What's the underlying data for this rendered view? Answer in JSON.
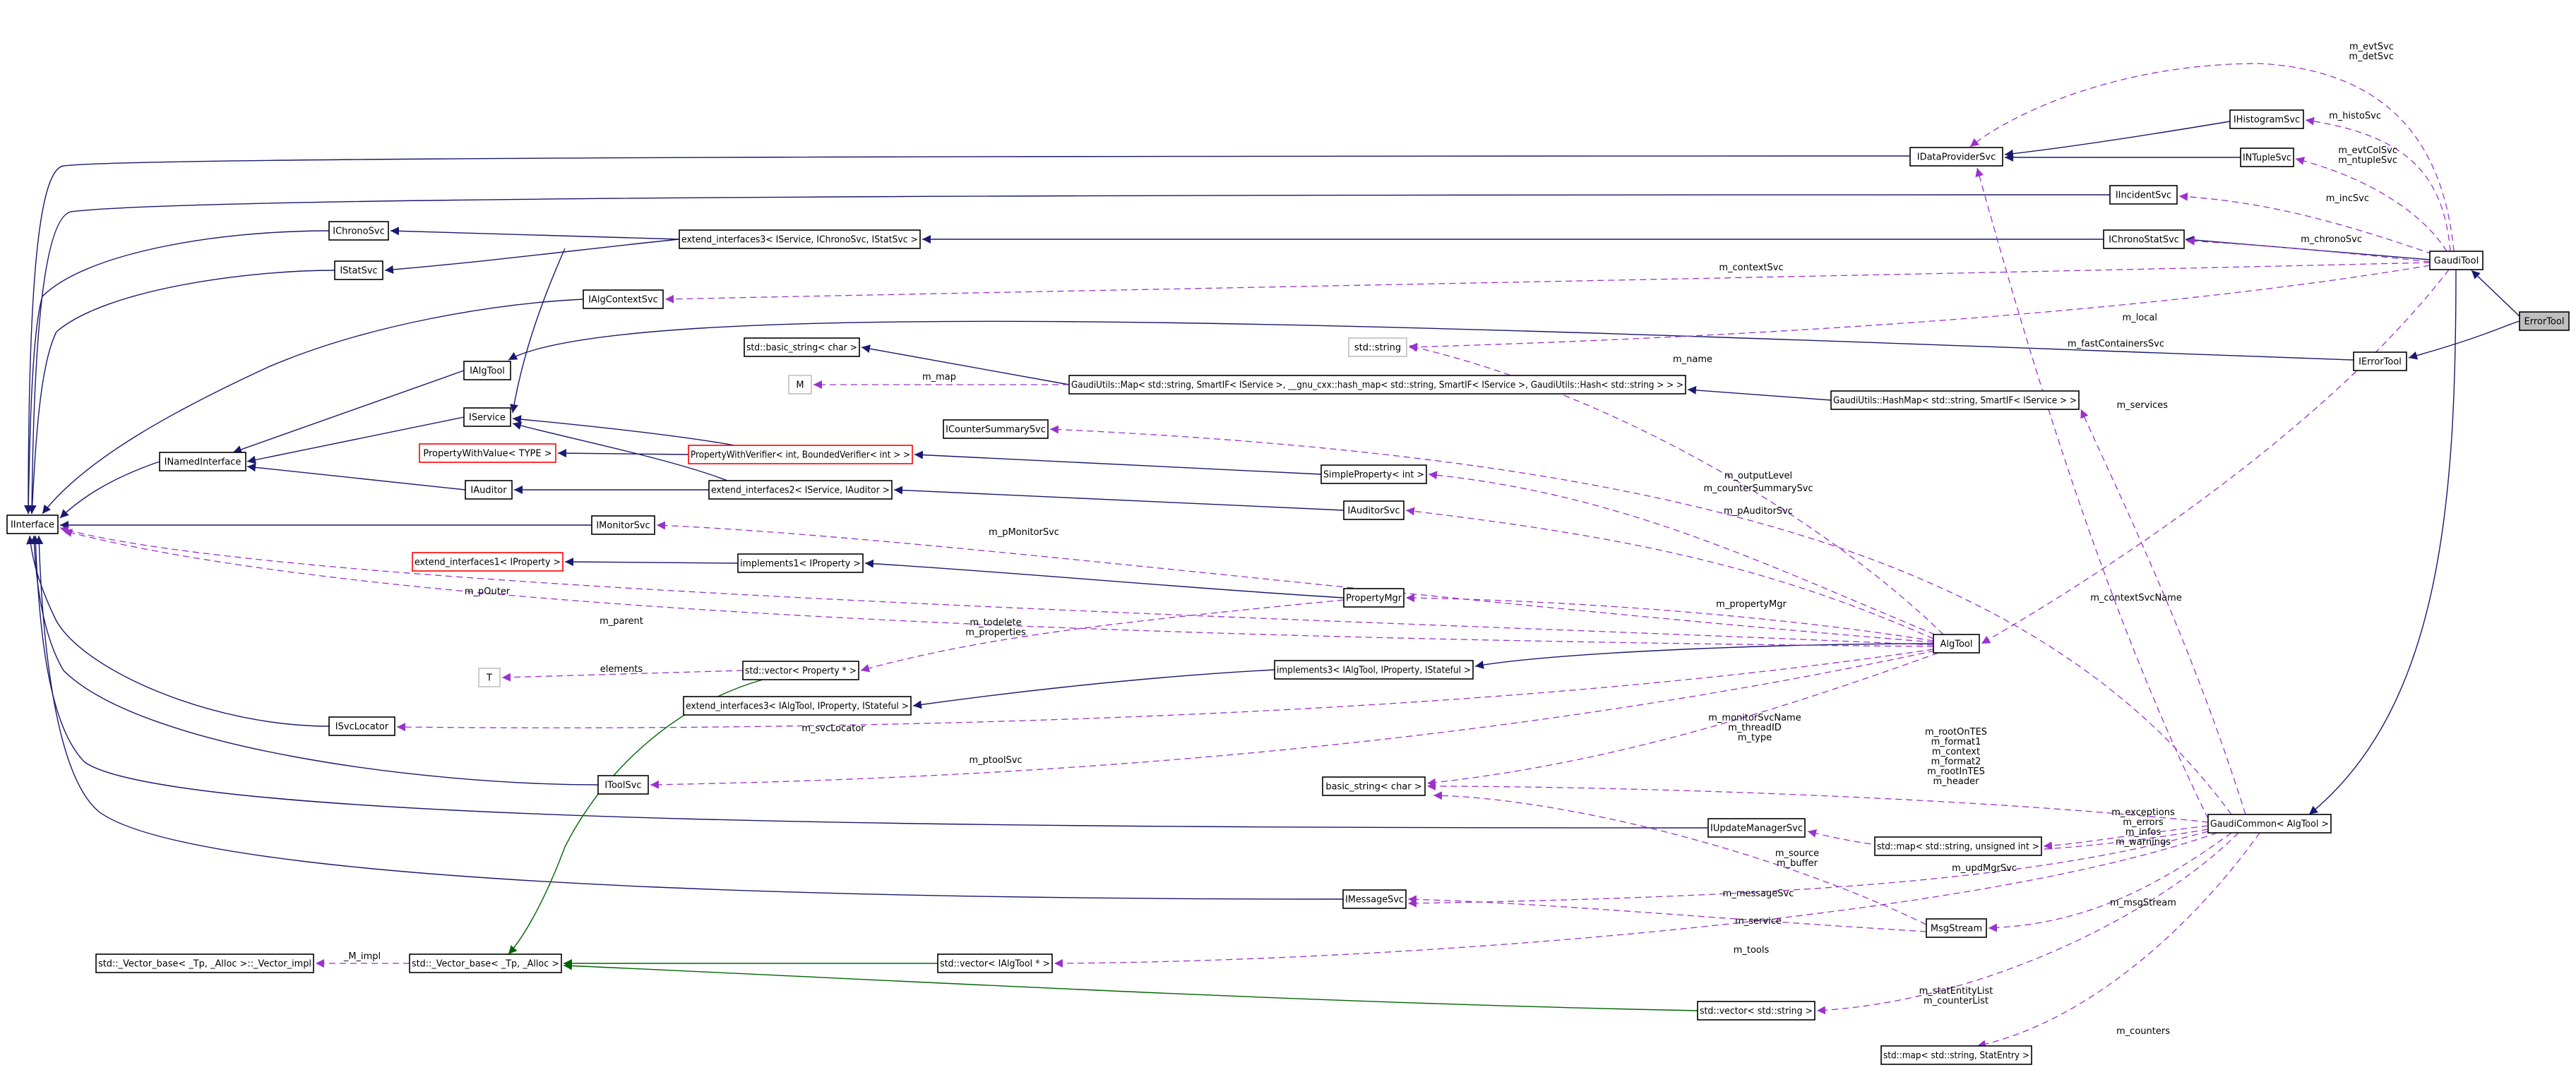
{
  "colors": {
    "inheritance_edge": "#191970",
    "template_edge": "#006400",
    "usage_edge": "#9a32cd",
    "node_border": "#000000",
    "template_node_border": "#bfbfbf",
    "undocumented_node_border": "#ff0000",
    "focus_node_fill": "#bfbfbf"
  },
  "nodes": {
    "ErrorTool": "ErrorTool",
    "IErrorTool": "IErrorTool",
    "GaudiTool": "GaudiTool",
    "IInterface": "IInterface",
    "INamedInterface": "INamedInterface",
    "IService": "IService",
    "IAlgTool": "IAlgTool",
    "IAuditor": "IAuditor",
    "IMonitorSvc": "IMonitorSvc",
    "IChronoSvc": "IChronoSvc",
    "IStatSvc": "IStatSvc",
    "IAlgContextSvc": "IAlgContextSvc",
    "ISvcLocator": "ISvcLocator",
    "IToolSvc": "IToolSvc",
    "IDataProviderSvc": "IDataProviderSvc",
    "IHistogramSvc": "IHistogramSvc",
    "INTupleSvc": "INTupleSvc",
    "IIncidentSvc": "IIncidentSvc",
    "IChronoStatSvc": "IChronoStatSvc",
    "extend_interfaces3_chrono": "extend_interfaces3< IService, IChronoSvc, IStatSvc >",
    "std_string": "std::string",
    "basic_string_char": "std::basic_string< char >",
    "M": "M",
    "GaudiUtils_Map": "GaudiUtils::Map< std::string, SmartIF< IService >, __gnu_cxx::hash_map< std::string, SmartIF< IService >, GaudiUtils::Hash< std::string > > >",
    "GaudiUtils_HashMap": "GaudiUtils::HashMap< std::string, SmartIF< IService > >",
    "ICounterSummarySvc": "ICounterSummarySvc",
    "PropertyWithValue": "PropertyWithValue< TYPE >",
    "PropertyWithVerifier": "PropertyWithVerifier< int, BoundedVerifier< int > >",
    "SimpleProperty_int": "SimpleProperty< int >",
    "extend_interfaces2": "extend_interfaces2< IService, IAuditor >",
    "IAuditorSvc": "IAuditorSvc",
    "extend_interfaces1": "extend_interfaces1< IProperty >",
    "implements1": "implements1< IProperty >",
    "PropertyMgr": "PropertyMgr",
    "T": "T",
    "vector_Property": "std::vector< Property * >",
    "implements3": "implements3< IAlgTool, IProperty, IStateful >",
    "extend_interfaces3_alg": "extend_interfaces3< IAlgTool, IProperty, IStateful >",
    "AlgTool": "AlgTool",
    "basic_string_char2": "basic_string< char >",
    "IUpdateManagerSvc": "IUpdateManagerSvc",
    "map_string_uint": "std::map< std::string, unsigned int >",
    "GaudiCommon": "GaudiCommon< AlgTool >",
    "IMessageSvc": "IMessageSvc",
    "MsgStream": "MsgStream",
    "Vector_impl": "std::_Vector_base< _Tp, _Alloc >::_Vector_impl",
    "Vector_base": "std::_Vector_base< _Tp, _Alloc >",
    "vector_IAlgTool": "std::vector< IAlgTool * >",
    "vector_string": "std::vector< std::string >",
    "map_StatEntry": "std::map< std::string, StatEntry >"
  },
  "edge_labels": {
    "m_evtSvc_detSvc": [
      "m_evtSvc",
      "m_detSvc"
    ],
    "m_histoSvc": [
      "m_histoSvc"
    ],
    "m_evtColSvc_ntupleSvc": [
      "m_evtColSvc",
      "m_ntupleSvc"
    ],
    "m_incSvc": [
      "m_incSvc"
    ],
    "m_chronoSvc": [
      "m_chronoSvc"
    ],
    "m_contextSvc": [
      "m_contextSvc"
    ],
    "m_local": [
      "m_local"
    ],
    "m_fastContainersSvc": [
      "m_fastContainersSvc"
    ],
    "m_name": [
      "m_name"
    ],
    "m_map": [
      "m_map"
    ],
    "m_services": [
      "m_services"
    ],
    "m_counterSummarySvc": [
      "m_counterSummarySvc"
    ],
    "m_outputLevel": [
      "m_outputLevel"
    ],
    "m_pAuditorSvc": [
      "m_pAuditorSvc"
    ],
    "m_pMonitorSvc": [
      "m_pMonitorSvc"
    ],
    "m_contextSvcName": [
      "m_contextSvcName"
    ],
    "m_pOuter": [
      "m_pOuter"
    ],
    "m_propertyMgr": [
      "m_propertyMgr"
    ],
    "m_parent": [
      "m_parent"
    ],
    "m_todelete_properties": [
      "m_todelete",
      "m_properties"
    ],
    "elements": [
      "elements"
    ],
    "m_svcLocator": [
      "m_svcLocator"
    ],
    "m_monitorSvcName": [
      "m_monitorSvcName",
      "m_threadID",
      "m_type"
    ],
    "m_ptoolSvc": [
      "m_ptoolSvc"
    ],
    "m_rootOnTES": [
      "m_rootOnTES",
      "m_format1",
      "m_context",
      "m_format2",
      "m_rootInTES",
      "m_header"
    ],
    "m_exceptions": [
      "m_exceptions",
      "m_errors",
      "m_infos",
      "m_warnings"
    ],
    "m_source_buffer": [
      "m_source",
      "m_buffer"
    ],
    "m_updMgrSvc": [
      "m_updMgrSvc"
    ],
    "m_messageSvc": [
      "m_messageSvc"
    ],
    "m_msgStream": [
      "m_msgStream"
    ],
    "m_service": [
      "m_service"
    ],
    "M_impl": [
      "_M_impl"
    ],
    "m_tools": [
      "m_tools"
    ],
    "m_statEntityList": [
      "m_statEntityList",
      "m_counterList"
    ],
    "m_counters": [
      "m_counters"
    ]
  }
}
